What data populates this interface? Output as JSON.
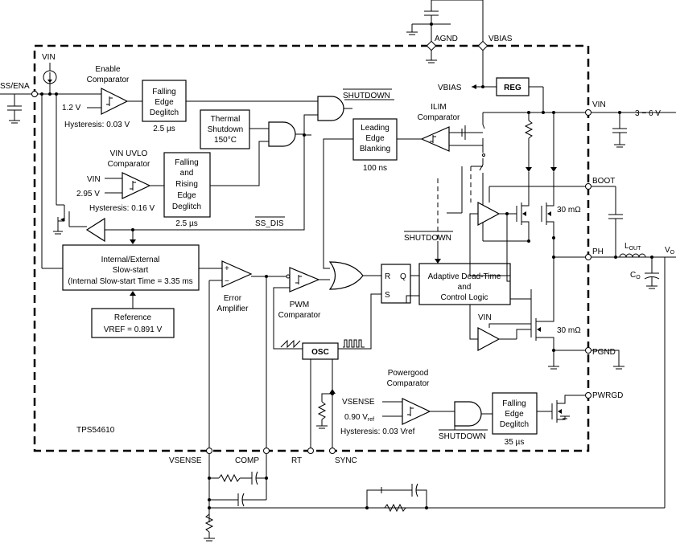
{
  "chip": {
    "part": "TPS54610"
  },
  "pins": {
    "ss_ena": "SS/ENA",
    "agnd": "AGND",
    "vbias": "VBIAS",
    "vin": "VIN",
    "boot": "BOOT",
    "ph": "PH",
    "pgnd": "PGND",
    "pwrgd": "PWRGD",
    "vsense": "VSENSE",
    "comp": "COMP",
    "rt": "RT",
    "sync": "SYNC"
  },
  "blocks": {
    "enable_falling": [
      "Falling",
      "Edge",
      "Deglitch"
    ],
    "enable_delay": "2.5 µs",
    "thermal": [
      "Thermal",
      "Shutdown",
      "150°C"
    ],
    "uvlo_deglitch": [
      "Falling",
      "and",
      "Rising",
      "Edge",
      "Deglitch"
    ],
    "uvlo_delay": "2.5 µs",
    "leading_edge": [
      "Leading",
      "Edge",
      "Blanking"
    ],
    "leading_delay": "100 ns",
    "reg": "REG",
    "slowstart": [
      "Internal/External",
      "Slow-start",
      "(Internal Slow-start Time = 3.35 ms"
    ],
    "reference": [
      "Reference",
      "VREF = 0.891 V"
    ],
    "deadtime": [
      "Adaptive Dead-Time",
      "and",
      "Control Logic"
    ],
    "osc": "OSC",
    "pg_deglitch": [
      "Falling",
      "Edge",
      "Deglitch"
    ],
    "pg_delay": "35 µs",
    "rs_r": "R",
    "rs_q": "Q",
    "rs_s": "S"
  },
  "labels": {
    "vin_top": "VIN",
    "enable_comp": [
      "Enable",
      "Comparator"
    ],
    "v12": "1.2 V",
    "hyst_enable": "Hysteresis: 0.03 V",
    "uvlo_comp": [
      "VIN UVLO",
      "Comparator"
    ],
    "uvlo_vin": "VIN",
    "v295": "2.95 V",
    "hyst_uvlo": "Hysteresis: 0.16 V",
    "shutdown1": "SHUTDOWN",
    "ss_dis": "SS_DIS",
    "ilim_comp": [
      "ILIM",
      "Comparator"
    ],
    "vbias_int": "VBIAS",
    "vin_range": "3 − 6 V",
    "rds_high": "30 mΩ",
    "rds_low": "30 mΩ",
    "shutdown2": "SHUTDOWN",
    "vin_low": "VIN",
    "error_amp": [
      "Error",
      "Amplifier"
    ],
    "pwm_comp": [
      "PWM",
      "Comparator"
    ],
    "pg_comp": [
      "Powergood",
      "Comparator"
    ],
    "vsense_in": "VSENSE",
    "vref_in": "0.90 V",
    "vref_sub": "ref",
    "hyst_pg": "Hysteresis: 0.03 Vref",
    "shutdown3": "SHUTDOWN",
    "lout": "L",
    "lout_sub": "OUT",
    "co": "C",
    "co_sub": "O",
    "vo": "V",
    "vo_sub": "O",
    "plus": "+",
    "minus": "−"
  }
}
